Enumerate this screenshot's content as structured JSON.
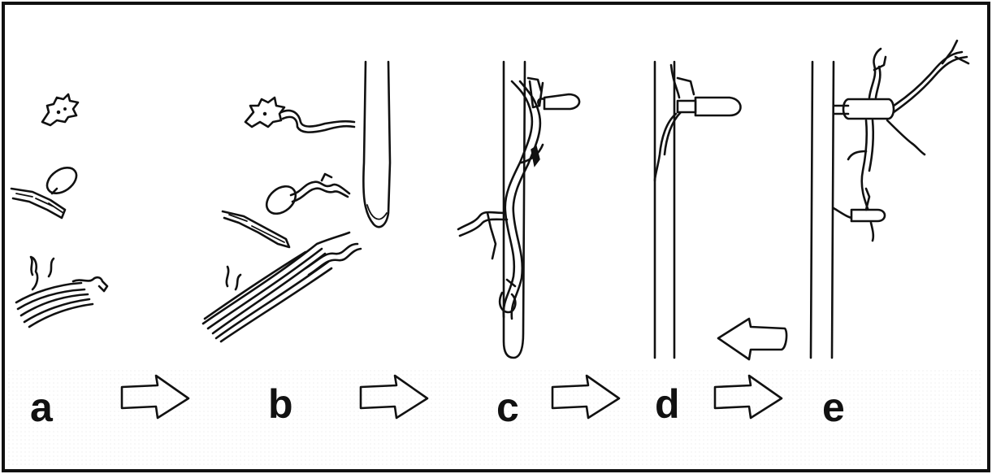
{
  "figure": {
    "panel_labels": {
      "a": "a",
      "b": "b",
      "c": "c",
      "d": "d",
      "e": "e"
    },
    "border_color": "#111111",
    "background": "#ffffff",
    "arrows": [
      {
        "from": "a",
        "to": "b",
        "direction": "right"
      },
      {
        "from": "b",
        "to": "c",
        "direction": "right"
      },
      {
        "from": "c",
        "to": "d",
        "direction": "right"
      },
      {
        "from": "d",
        "to": "e",
        "direction": "right"
      },
      {
        "from": "e",
        "to": "d",
        "direction": "left"
      }
    ]
  }
}
